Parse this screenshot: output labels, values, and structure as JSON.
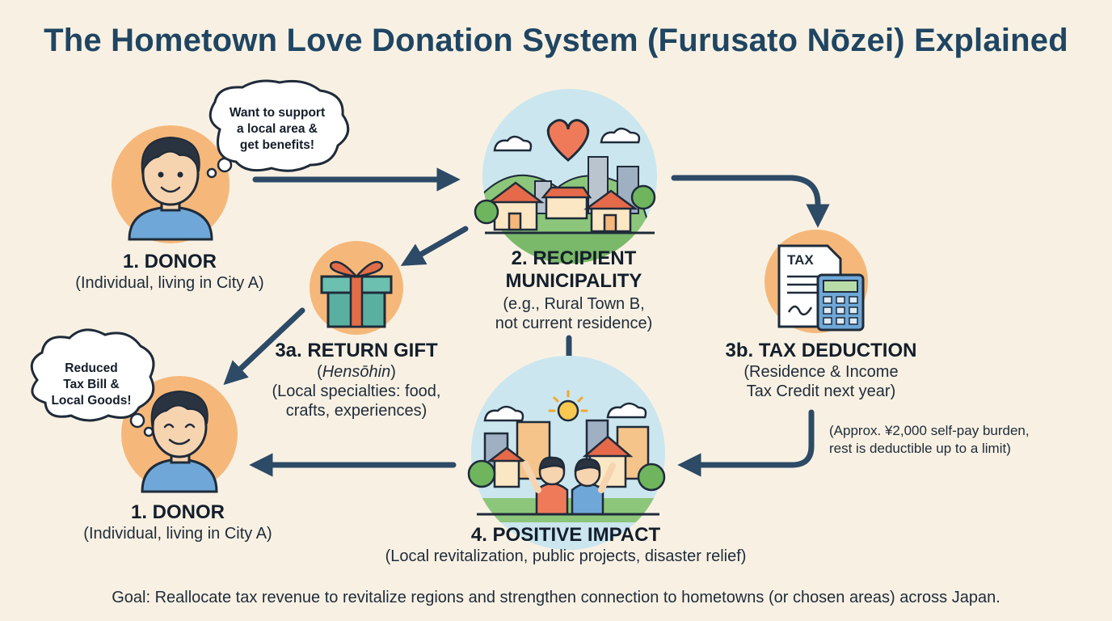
{
  "title": "The Hometown Love Donation System (Furusato Nōzei) Explained",
  "donor_top": {
    "title": "1. DONOR",
    "subtitle": "(Individual, living in City A)",
    "thought": [
      "Want to support",
      "a local area &",
      "get benefits!"
    ]
  },
  "municipality": {
    "title_lines": [
      "2. RECIPIENT",
      "MUNICIPALITY"
    ],
    "subtitle_lines": [
      "(e.g., Rural Town B,",
      "not current residence)"
    ]
  },
  "return_gift": {
    "title": "3a. RETURN GIFT",
    "term": "Hensōhin",
    "subtitle_lines": [
      "(Local specialties: food,",
      "crafts, experiences)"
    ]
  },
  "tax_deduction": {
    "icon_label": "TAX",
    "title": "3b. TAX DEDUCTION",
    "subtitle_lines": [
      "(Residence & Income",
      "Tax Credit next year)"
    ],
    "note_lines": [
      "(Approx. ¥2,000 self-pay burden,",
      "rest is deductible up to a limit)"
    ]
  },
  "donor_bottom": {
    "title": "1. DONOR",
    "subtitle": "(Individual, living in City A)",
    "thought": [
      "Reduced",
      "Tax Bill &",
      "Local Goods!"
    ]
  },
  "impact": {
    "title": "4. POSITIVE IMPACT",
    "subtitle": "(Local revitalization, public projects, disaster relief)"
  },
  "goal": "Goal: Reallocate tax revenue to revitalize regions and strengthen connection to hometowns (or chosen areas) across Japan.",
  "colors": {
    "title": "#1f4562",
    "arrow": "#2d4a66",
    "accent_orange": "#f5b87a",
    "heart": "#ef7a5a",
    "shirt": "#6fa8d8",
    "gift": "#5ab0a0",
    "ribbon": "#e06d48",
    "background": "#f8f1e3"
  },
  "icons": [
    "person-icon",
    "thought-bubble-icon",
    "town-icon",
    "heart-icon",
    "gift-icon",
    "tax-document-icon",
    "calculator-icon",
    "sun-icon",
    "city-icon"
  ]
}
